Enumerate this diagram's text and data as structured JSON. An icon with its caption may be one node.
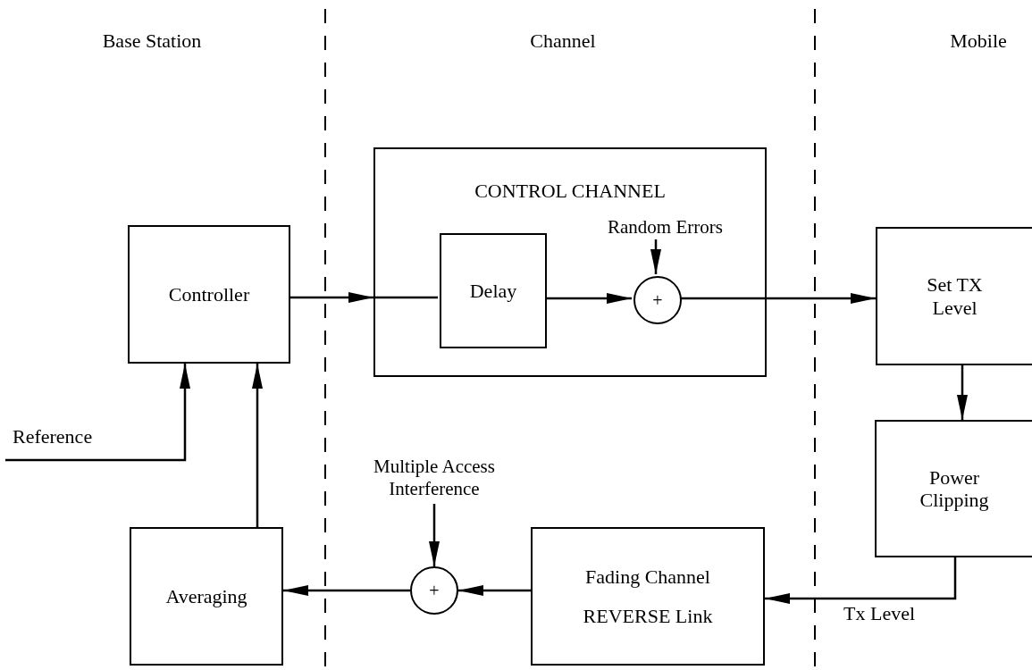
{
  "diagram": {
    "nodes": [
      {
        "text": [
          "Controller"
        ]
      },
      {
        "text": [
          "CONTROL CHANNEL"
        ]
      },
      {
        "text": [
          "Delay"
        ],
        "in": 1
      },
      {
        "text": [
          "+"
        ],
        "in": 1
      },
      {
        "text": [
          "Random Errors"
        ],
        "in": 1
      },
      {
        "text": [
          "Set TX Level"
        ]
      },
      {
        "text": [
          "Power Clipping"
        ]
      },
      {
        "text": [
          "Fading Channel",
          "REVERSE Link"
        ]
      },
      {
        "text": [
          "+"
        ]
      },
      {
        "text": [
          "Multiple Access Interference"
        ]
      },
      {
        "text": [
          "Averaging"
        ]
      },
      {
        "text": [
          "Reference"
        ]
      }
    ],
    "edges": [
      {
        "from": 0,
        "to": 1,
        "arrow": "to"
      },
      {
        "from": 1,
        "to": 2,
        "arrow": "none"
      },
      {
        "from": 2,
        "to": 3,
        "arrow": "to"
      },
      {
        "from": 4,
        "to": 3,
        "arrow": "to"
      },
      {
        "from": 3,
        "to": 5,
        "arrow": "to"
      },
      {
        "from": 5,
        "to": 6,
        "arrow": "to"
      },
      {
        "from": 6,
        "to": 7,
        "arrow": "to",
        "label": "Tx Level"
      },
      {
        "from": 7,
        "to": 8,
        "arrow": "to"
      },
      {
        "from": 9,
        "to": 8,
        "arrow": "to"
      },
      {
        "from": 8,
        "to": 10,
        "arrow": "to"
      },
      {
        "from": 10,
        "to": 0,
        "arrow": "to"
      },
      {
        "from": 11,
        "to": 0,
        "arrow": "to"
      }
    ],
    "labels": [
      "Base Station",
      "Channel",
      "Mobile"
    ]
  }
}
